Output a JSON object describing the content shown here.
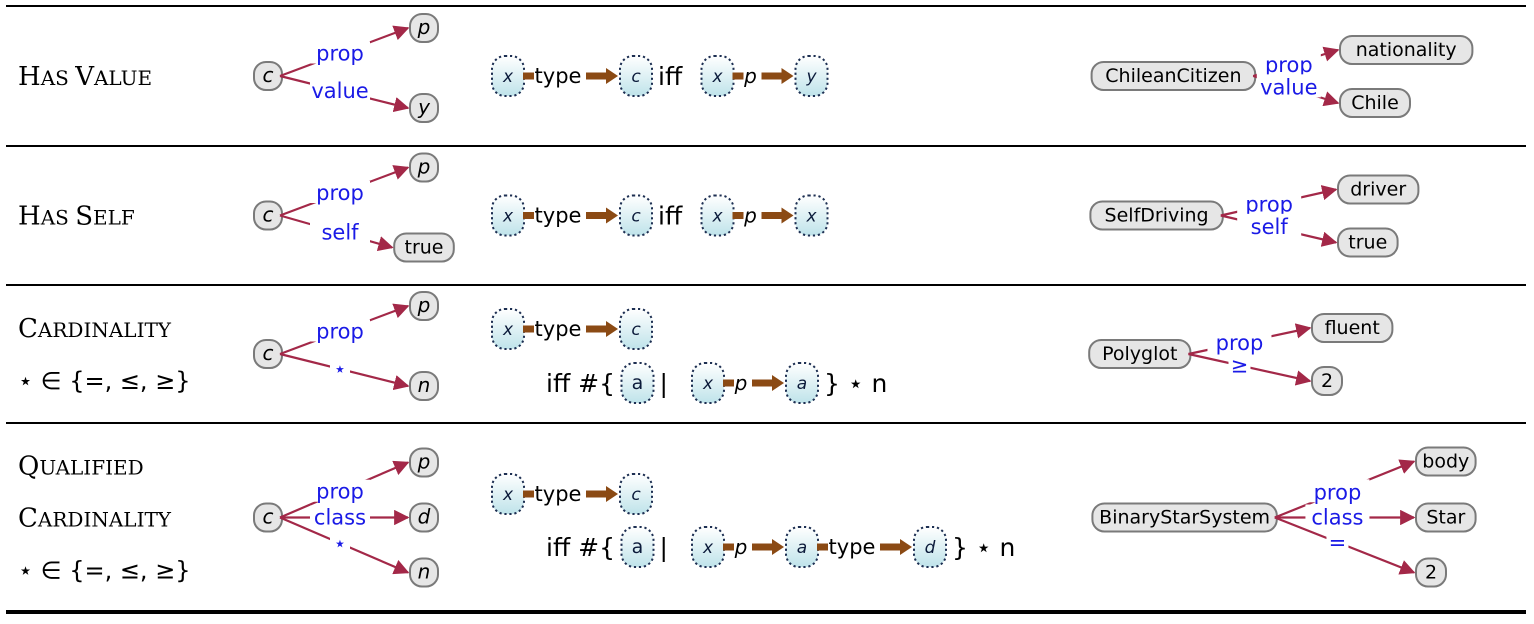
{
  "rows": [
    {
      "name": "HAS VALUE",
      "name_lines": [
        [
          [
            "H",
            "AS"
          ],
          [
            "V",
            "ALUE"
          ]
        ]
      ],
      "math_line": "",
      "schema": {
        "subject": "c",
        "edges": [
          {
            "label": "prop",
            "target": "p"
          },
          {
            "label": "value",
            "target": "y"
          }
        ]
      },
      "definition": {
        "line1": [
          {
            "node": "x"
          },
          {
            "edge": "type"
          },
          {
            "node": "c"
          },
          {
            "word": "iff"
          },
          {
            "node": "x"
          },
          {
            "edge": "p"
          },
          {
            "node": "y"
          }
        ],
        "line2": []
      },
      "example": {
        "subject": "ChileanCitizen",
        "edges": [
          {
            "label": "prop",
            "target": "nationality"
          },
          {
            "label": "value",
            "target": "Chile"
          }
        ]
      }
    },
    {
      "name": "HAS SELF",
      "name_lines": [
        [
          [
            "H",
            "AS"
          ],
          [
            "S",
            "ELF"
          ]
        ]
      ],
      "math_line": "",
      "schema": {
        "subject": "c",
        "edges": [
          {
            "label": "prop",
            "target": "p"
          },
          {
            "label": "self",
            "target": "true"
          }
        ]
      },
      "definition": {
        "line1": [
          {
            "node": "x"
          },
          {
            "edge": "type"
          },
          {
            "node": "c"
          },
          {
            "word": "iff"
          },
          {
            "node": "x"
          },
          {
            "edge": "p"
          },
          {
            "node": "x"
          }
        ],
        "line2": []
      },
      "example": {
        "subject": "SelfDriving",
        "edges": [
          {
            "label": "prop",
            "target": "driver"
          },
          {
            "label": "self",
            "target": "true"
          }
        ]
      }
    },
    {
      "name": "CARDINALITY",
      "name_lines": [
        [
          [
            "C",
            "ARDINALITY"
          ]
        ]
      ],
      "math_line": "⋆ ∈ {=, ≤, ≥}",
      "schema": {
        "subject": "c",
        "edges": [
          {
            "label": "prop",
            "target": "p"
          },
          {
            "label": "⋆",
            "target": "n"
          }
        ]
      },
      "definition": {
        "line1": [
          {
            "node": "x"
          },
          {
            "edge": "type"
          },
          {
            "node": "c"
          }
        ],
        "line2": [
          {
            "word": "iff #{"
          },
          {
            "node": "a",
            "upright": true
          },
          {
            "word": " | "
          },
          {
            "node": "x"
          },
          {
            "edge": "p"
          },
          {
            "node": "a"
          },
          {
            "word": "} ⋆ n"
          }
        ]
      },
      "example": {
        "subject": "Polyglot",
        "edges": [
          {
            "label": "prop",
            "target": "fluent"
          },
          {
            "label": "≥",
            "target": "2"
          }
        ]
      }
    },
    {
      "name": "QUALIFIED CARDINALITY",
      "name_lines": [
        [
          [
            "Q",
            "UALIFIED"
          ]
        ],
        [
          [
            "C",
            "ARDINALITY"
          ]
        ]
      ],
      "math_line": "⋆ ∈ {=, ≤, ≥}",
      "schema": {
        "subject": "c",
        "edges": [
          {
            "label": "prop",
            "target": "p"
          },
          {
            "label": "class",
            "target": "d"
          },
          {
            "label": "⋆",
            "target": "n"
          }
        ]
      },
      "definition": {
        "line1": [
          {
            "node": "x"
          },
          {
            "edge": "type"
          },
          {
            "node": "c"
          }
        ],
        "line2": [
          {
            "word": "iff #{"
          },
          {
            "node": "a",
            "upright": true
          },
          {
            "word": " | "
          },
          {
            "node": "x"
          },
          {
            "edge": "p"
          },
          {
            "node": "a"
          },
          {
            "edge": "type"
          },
          {
            "node": "d"
          },
          {
            "word": "} ⋆ n"
          }
        ]
      },
      "example": {
        "subject": "BinaryStarSystem",
        "edges": [
          {
            "label": "prop",
            "target": "body"
          },
          {
            "label": "class",
            "target": "Star"
          },
          {
            "label": "=",
            "target": "2"
          }
        ]
      }
    }
  ],
  "colors": {
    "schema_edge": "#a32848",
    "edge_label": "#1a1ae6",
    "definition_arrow": "#8b4a14",
    "node_fill": "#e6e6e6",
    "node_stroke": "#7a7a7a",
    "var_node_fill": "#d4ecf0",
    "var_node_stroke": "#1d2f52"
  }
}
